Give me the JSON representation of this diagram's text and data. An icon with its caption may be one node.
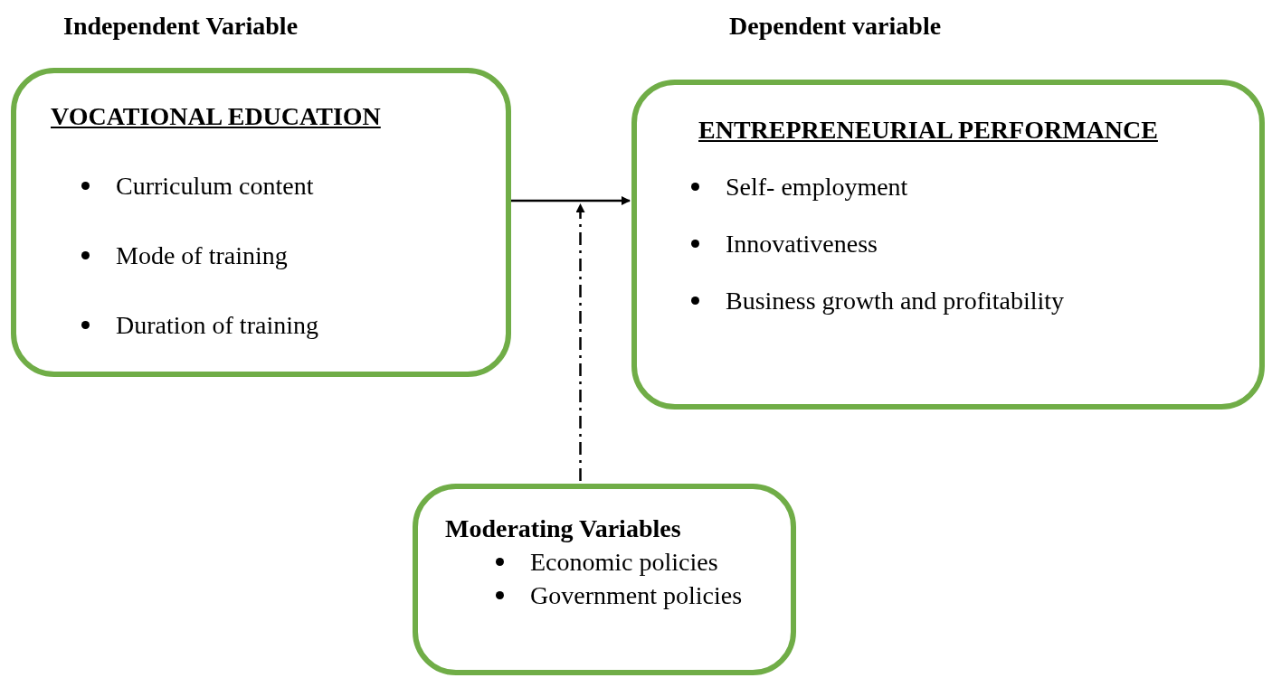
{
  "diagram": {
    "nodes": [
      {
        "text": [
          "VOCATIONAL EDUCATION",
          "Curriculum content",
          "Mode of training",
          "Duration of training"
        ]
      },
      {
        "text": [
          "ENTREPRENEURIAL PERFORMANCE",
          "Self- employment",
          "Innovativeness",
          "Business growth and profitability"
        ]
      },
      {
        "text": [
          "Moderating Variables",
          "Economic policies",
          "Government policies"
        ]
      }
    ],
    "edges": [
      {
        "from": 0,
        "to": 1,
        "arrow": "to"
      },
      {
        "from": 2,
        "to": null,
        "arrow": "to",
        "style": "dashed"
      }
    ],
    "labels": [
      "Independent Variable",
      "Dependent variable"
    ]
  }
}
